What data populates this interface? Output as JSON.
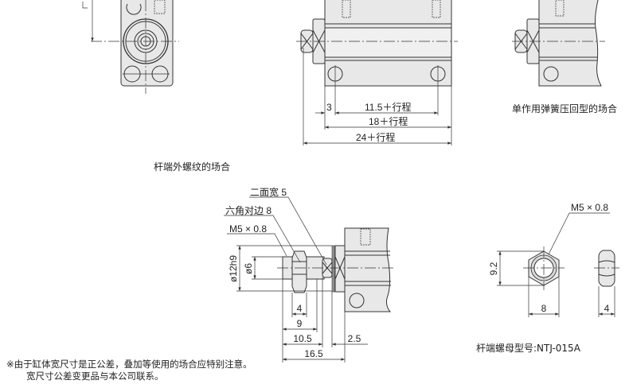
{
  "top_left": {
    "caption": "杆端外螺纹的场合"
  },
  "top_middle": {
    "dims": {
      "d3": "3",
      "d11_5": "11.5＋行程",
      "d18": "18＋行程",
      "d24": "24＋行程"
    }
  },
  "top_right": {
    "caption": "单作用弹簧压回型的场合"
  },
  "rod_end": {
    "labels": {
      "flats": "二面宽 5",
      "hex": "六角对边 8",
      "thread": "M5 × 0.8"
    },
    "dims": {
      "dia12": "ø12h9",
      "dia6": "ø6",
      "d4": "4",
      "d9": "9",
      "d10_5": "10.5",
      "d2_5": "2.5",
      "d16_5": "16.5"
    }
  },
  "nut": {
    "thread": "M5 × 0.8",
    "dims": {
      "h": "9.2",
      "w": "8",
      "t": "4"
    },
    "caption": "杆端螺母型号:NTJ-015A"
  },
  "note": {
    "line1": "※由于缸体宽尺寸是正公差，叠加等使用的场合应特别注意。",
    "line2": "宽尺寸公差变更品与本公司联系。"
  }
}
